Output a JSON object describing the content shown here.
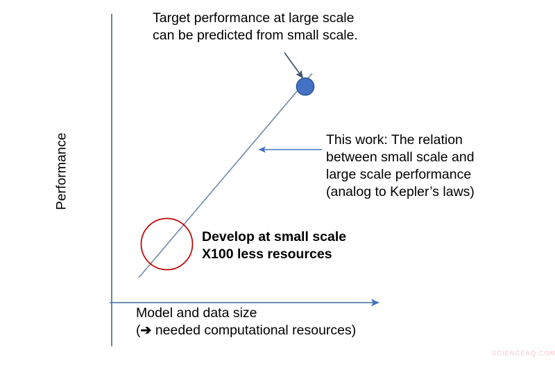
{
  "figure": {
    "annotations": {
      "top": "Target performance at large scale\ncan be predicted from small scale.",
      "right": "This work: The relation\nbetween small scale and\nlarge scale performance\n(analog to Kepler’s laws)",
      "small_scale_line1": "Develop at small scale",
      "small_scale_line2": "X100 less resources"
    },
    "axes": {
      "y_label": "Performance",
      "x_label_line1": "Model and data size",
      "x_label_line2_prefix": "(",
      "x_label_line2_arrow": "➔",
      "x_label_line2_rest": " needed computational resources)"
    },
    "watermark": "SCIENCEAQ.COM",
    "colors": {
      "axis": "#5b7fa6",
      "trend_line": "#7089a8",
      "target_point_fill": "#4472c4",
      "target_point_stroke": "#2f5597",
      "small_scale_circle": "#c00000",
      "callout_arrow": "#4472c4",
      "callout_arrow_dark": "#44546a",
      "text": "#000000",
      "watermark": "#f3c7cd"
    }
  },
  "chart_data": {
    "type": "line",
    "title": "",
    "xlabel": "Model and data size (➔ needed computational resources)",
    "ylabel": "Performance",
    "grid": false,
    "legend": null,
    "axis_ticks": {
      "x": [],
      "y": []
    },
    "series": [
      {
        "name": "Scaling relation (small scale → large scale)",
        "style": "straight-line",
        "points": [
          {
            "x": 200,
            "y": 400,
            "label": "small scale regime"
          },
          {
            "x": 440,
            "y": 116,
            "label": "target performance at large scale"
          }
        ]
      }
    ],
    "markers": [
      {
        "name": "target-performance-point",
        "shape": "circle",
        "x": 440,
        "y": 116,
        "radius": 12,
        "fill": "#4472c4"
      },
      {
        "name": "small-scale-region",
        "shape": "circle-outline",
        "x": 240,
        "y": 352,
        "radius": 37,
        "stroke": "#c00000"
      }
    ],
    "annotations": [
      {
        "text": "Target performance at large scale can be predicted from small scale.",
        "points_to": {
          "x": 440,
          "y": 116
        }
      },
      {
        "text": "This work: The relation between small scale and large scale performance (analog to Kepler’s laws)",
        "points_to": {
          "x": 375,
          "y": 216
        }
      },
      {
        "text": "Develop at small scale X100 less resources",
        "points_to": {
          "x": 240,
          "y": 352
        }
      }
    ]
  }
}
